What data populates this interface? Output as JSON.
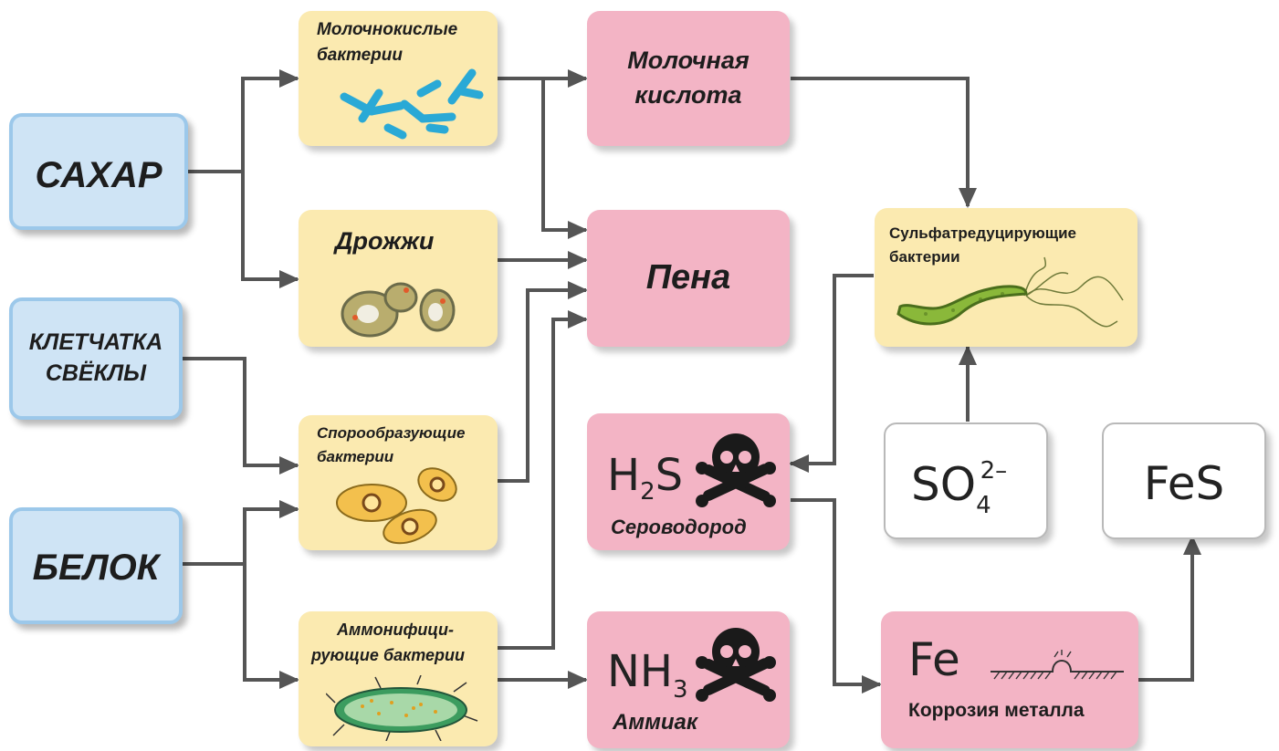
{
  "sources": {
    "sugar": "САХАР",
    "fiber_line1": "КЛЕТЧАТКА",
    "fiber_line2": "СВЁКЛЫ",
    "protein": "БЕЛОК"
  },
  "microbes": {
    "lactic_line1": "Молочнокислые",
    "lactic_line2": "бактерии",
    "yeast": "Дрожжи",
    "spore_line1": "Спорообразующие",
    "spore_line2": "бактерии",
    "ammon_line1": "Аммонифици-",
    "ammon_line2": "рующие бактерии",
    "sulfate_line1": "Сульфатредуцирующие",
    "sulfate_line2": "бактерии"
  },
  "products": {
    "lactic_acid_line1": "Молочная",
    "lactic_acid_line2": "кислота",
    "foam": "Пена",
    "h2s_H": "H",
    "h2s_sub": "2",
    "h2s_S": "S",
    "h2s_name": "Сероводород",
    "nh3_NH": "NH",
    "nh3_sub": "3",
    "nh3_name": "Аммиак",
    "corrosion_symbol": "Fe",
    "corrosion_name": "Коррозия металла"
  },
  "compounds": {
    "sulfate_SO": "SO",
    "sulfate_sub": "4",
    "sulfate_sup": "2–",
    "fes": "FeS"
  },
  "colors": {
    "source_fill": "#cfe4f5",
    "microbe_fill": "#fbeab0",
    "product_fill": "#f3b4c5",
    "compound_fill": "#ffffff",
    "arrow": "#555555"
  },
  "icons": [
    "lactobacilli",
    "yeast-cells",
    "spores",
    "ammonifying-bacterium",
    "sulfate-bacterium",
    "skull-crossbones",
    "corroded-surface"
  ]
}
